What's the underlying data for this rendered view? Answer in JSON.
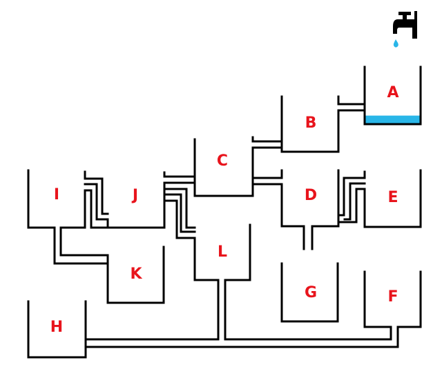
{
  "colors": {
    "label": "#e8141c",
    "water": "#29b6e8",
    "line": "#000000"
  },
  "faucet": {
    "icon": "water-tap-icon",
    "dripping": true
  },
  "tanks": [
    {
      "id": "A",
      "label": "A",
      "water_fraction": 0.15
    },
    {
      "id": "B",
      "label": "B"
    },
    {
      "id": "C",
      "label": "C"
    },
    {
      "id": "D",
      "label": "D"
    },
    {
      "id": "E",
      "label": "E"
    },
    {
      "id": "F",
      "label": "F"
    },
    {
      "id": "G",
      "label": "G"
    },
    {
      "id": "H",
      "label": "H"
    },
    {
      "id": "I",
      "label": "I"
    },
    {
      "id": "J",
      "label": "J"
    },
    {
      "id": "K",
      "label": "K"
    },
    {
      "id": "L",
      "label": "L"
    }
  ]
}
